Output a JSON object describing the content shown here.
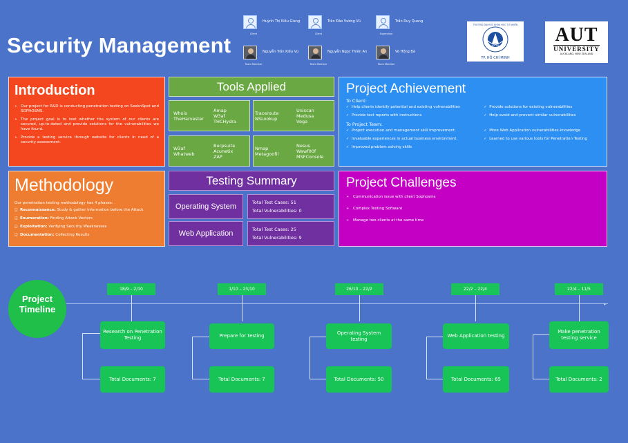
{
  "header": {
    "title": "Security Management",
    "people": [
      {
        "name": "Huỳnh Thị Kiều Giang",
        "role": "Client"
      },
      {
        "name": "Trần Đào Vương Vũ",
        "role": "Client"
      },
      {
        "name": "Trần Duy Quang",
        "role": "Supervisor"
      },
      {
        "name": "Nguyễn Trần Kiều Vũ",
        "role": "Team Member"
      },
      {
        "name": "Nguyễn Ngọc Thiên An",
        "role": "Team Member"
      },
      {
        "name": "Võ Hồng Bá",
        "role": "Team Member"
      }
    ],
    "logo1": {
      "ring": "TRƯỜNG ĐẠI HỌC KHOA HỌC TỰ NHIÊN",
      "center": "KHTN",
      "bottom": "TP. HỒ CHÍ MINH"
    },
    "logo2": {
      "big": "AUT",
      "mid": "UNIVERSITY",
      "small": "AUCKLAND, NEW ZEALAND"
    }
  },
  "introduction": {
    "title": "Introduction",
    "items": [
      "Our project for R&D is conducting penetration testing on SeeknSpot and SOPHOSMS.",
      "The project goal is to test whether the system of our clients are secured, up-to-dated and provide solutions for the vulnerabilities we have found.",
      "Provide a testing service through website for clients in need of a security assessment."
    ]
  },
  "tools": {
    "title": "Tools Applied",
    "boxes": [
      {
        "col1": [
          "Whois",
          "TheHarvester"
        ],
        "col2": [
          "Amap",
          "W3af",
          "THCHydra"
        ]
      },
      {
        "col1": [
          "Traceroute",
          "NSLookup"
        ],
        "col2": [
          "Uniscan",
          "Medusa",
          "Vega"
        ]
      },
      {
        "col1": [
          "W3af",
          "Whatweb"
        ],
        "col2": [
          "Burpsuite",
          "Acunetix",
          "ZAP"
        ]
      },
      {
        "col1": [
          "Nmap",
          "Metagoofil"
        ],
        "col2": [
          "Nesus",
          "Wawf00f",
          "MSFConsole"
        ]
      }
    ]
  },
  "methodology": {
    "title": "Methodology",
    "lead": "Our penetration testing methodology has 4 phases:",
    "items": [
      {
        "bold": "Reconnaissance:",
        "text": " Study & gather information before the Attack"
      },
      {
        "bold": "Enumeration:",
        "text": " Finding Attack Vectors"
      },
      {
        "bold": "Exploitation:",
        "text": " Verifying Security Weaknesses"
      },
      {
        "bold": "Documentation:",
        "text": " Collecting Results"
      }
    ]
  },
  "testing_summary": {
    "title": "Testing Summary",
    "rows": [
      {
        "label": "Operating System",
        "cases": "Total Test Cases: 51",
        "vulns": "Total Vulnerabilities: 0"
      },
      {
        "label": "Web Application",
        "cases": "Total Test Cases: 25",
        "vulns": "Total Vulnerabilities: 9"
      }
    ]
  },
  "achievement": {
    "title": "Project Achievement",
    "client_label": "To Client:",
    "client_left": [
      "Help clients identify potential and existing vulnerabilities",
      "Provide test reports with instructions"
    ],
    "client_right": [
      "Provide solutions for existing vulnerabilities",
      "Help avoid and prevent similar vulnerabilities"
    ],
    "team_label": "To Project Team:",
    "team_left": [
      "Project execution and management skill improvement.",
      "Invaluable experiences in actual business environment.",
      "Improved problem solving skills"
    ],
    "team_right": [
      "More Web Application vulnerabilities knowledge",
      "Learned to use various tools for Penetration Testing"
    ]
  },
  "challenges": {
    "title": "Project Challenges",
    "items": [
      "Communication issue with client Sophosms",
      "Complex Testing Software",
      "Manage two clients at the same time"
    ]
  },
  "timeline": {
    "title": "Project Timeline",
    "phases": [
      {
        "date": "18/9 – 2/10",
        "task": "Research on Penetration Testing",
        "docs": "Total Documents: 7"
      },
      {
        "date": "1/10 – 23/10",
        "task": "Prepare for testing",
        "docs": "Total Documents: 7"
      },
      {
        "date": "26/10 – 22/2",
        "task": "Operating System testing",
        "docs": "Total Documents: 50"
      },
      {
        "date": "22/2 – 22/4",
        "task": "Web Application testing",
        "docs": "Total Documents: 65"
      },
      {
        "date": "22/4 – 11/5",
        "task": "Make penetration testing service",
        "docs": "Total Documents: 2"
      }
    ]
  },
  "colors": {
    "background": "#4a73c9",
    "intro": "#f4471f",
    "tools": "#6aa843",
    "methodology": "#ef7d31",
    "testing": "#7030a0",
    "achievement": "#2e8ff2",
    "challenges": "#c400c4",
    "timeline": "#18c456"
  }
}
